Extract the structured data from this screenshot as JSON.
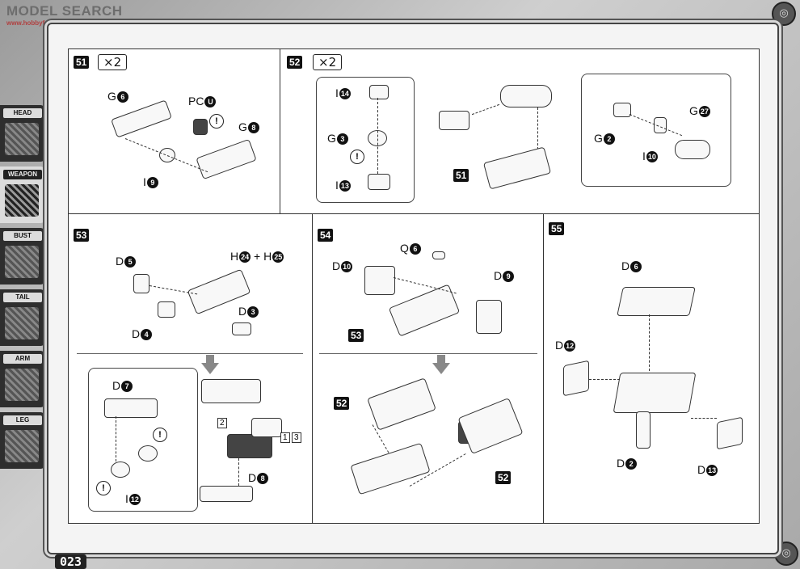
{
  "watermark": {
    "text": "MODEL SEARCH",
    "subtext": "www.hobbyfans.com"
  },
  "page_number": "023",
  "sidebar": {
    "tabs": [
      {
        "label": "HEAD",
        "active": false
      },
      {
        "label": "WEAPON",
        "active": true
      },
      {
        "label": "BUST",
        "active": false
      },
      {
        "label": "TAIL",
        "active": false
      },
      {
        "label": "ARM",
        "active": false
      },
      {
        "label": "LEG",
        "active": false
      }
    ]
  },
  "steps": {
    "s51": {
      "number": "51",
      "multiplier": "×2",
      "labels": {
        "g6": {
          "letter": "G",
          "num": "6"
        },
        "pcu": {
          "letter": "PC",
          "num": "U"
        },
        "g8": {
          "letter": "G",
          "num": "8"
        },
        "i9": {
          "letter": "I",
          "num": "9"
        }
      },
      "warn": "!"
    },
    "s52": {
      "number": "52",
      "multiplier": "×2",
      "labels": {
        "i14": {
          "letter": "I",
          "num": "14"
        },
        "g3": {
          "letter": "G",
          "num": "3"
        },
        "i13": {
          "letter": "I",
          "num": "13"
        },
        "g2": {
          "letter": "G",
          "num": "2"
        },
        "i10": {
          "letter": "I",
          "num": "10"
        },
        "g27": {
          "letter": "G",
          "num": "27"
        }
      },
      "ref": "51",
      "warn": "!"
    },
    "s53": {
      "number": "53",
      "labels": {
        "d5": {
          "letter": "D",
          "num": "5"
        },
        "h24": {
          "letter": "H",
          "num": "24"
        },
        "plus": "+",
        "h25": {
          "letter": "H",
          "num": "25"
        },
        "d3": {
          "letter": "D",
          "num": "3"
        },
        "d4": {
          "letter": "D",
          "num": "4"
        },
        "d7": {
          "letter": "D",
          "num": "7"
        },
        "i12": {
          "letter": "I",
          "num": "12"
        },
        "d8": {
          "letter": "D",
          "num": "8"
        }
      },
      "step2": "2",
      "step1": "1",
      "step3": "3",
      "warn": "!"
    },
    "s54": {
      "number": "54",
      "labels": {
        "q6": {
          "letter": "Q",
          "num": "6"
        },
        "d10": {
          "letter": "D",
          "num": "10"
        },
        "d9": {
          "letter": "D",
          "num": "9"
        }
      },
      "ref53": "53",
      "ref52a": "52",
      "ref52b": "52"
    },
    "s55": {
      "number": "55",
      "labels": {
        "d6": {
          "letter": "D",
          "num": "6"
        },
        "d12": {
          "letter": "D",
          "num": "12"
        },
        "d2": {
          "letter": "D",
          "num": "2"
        },
        "d13": {
          "letter": "D",
          "num": "13"
        }
      }
    }
  }
}
